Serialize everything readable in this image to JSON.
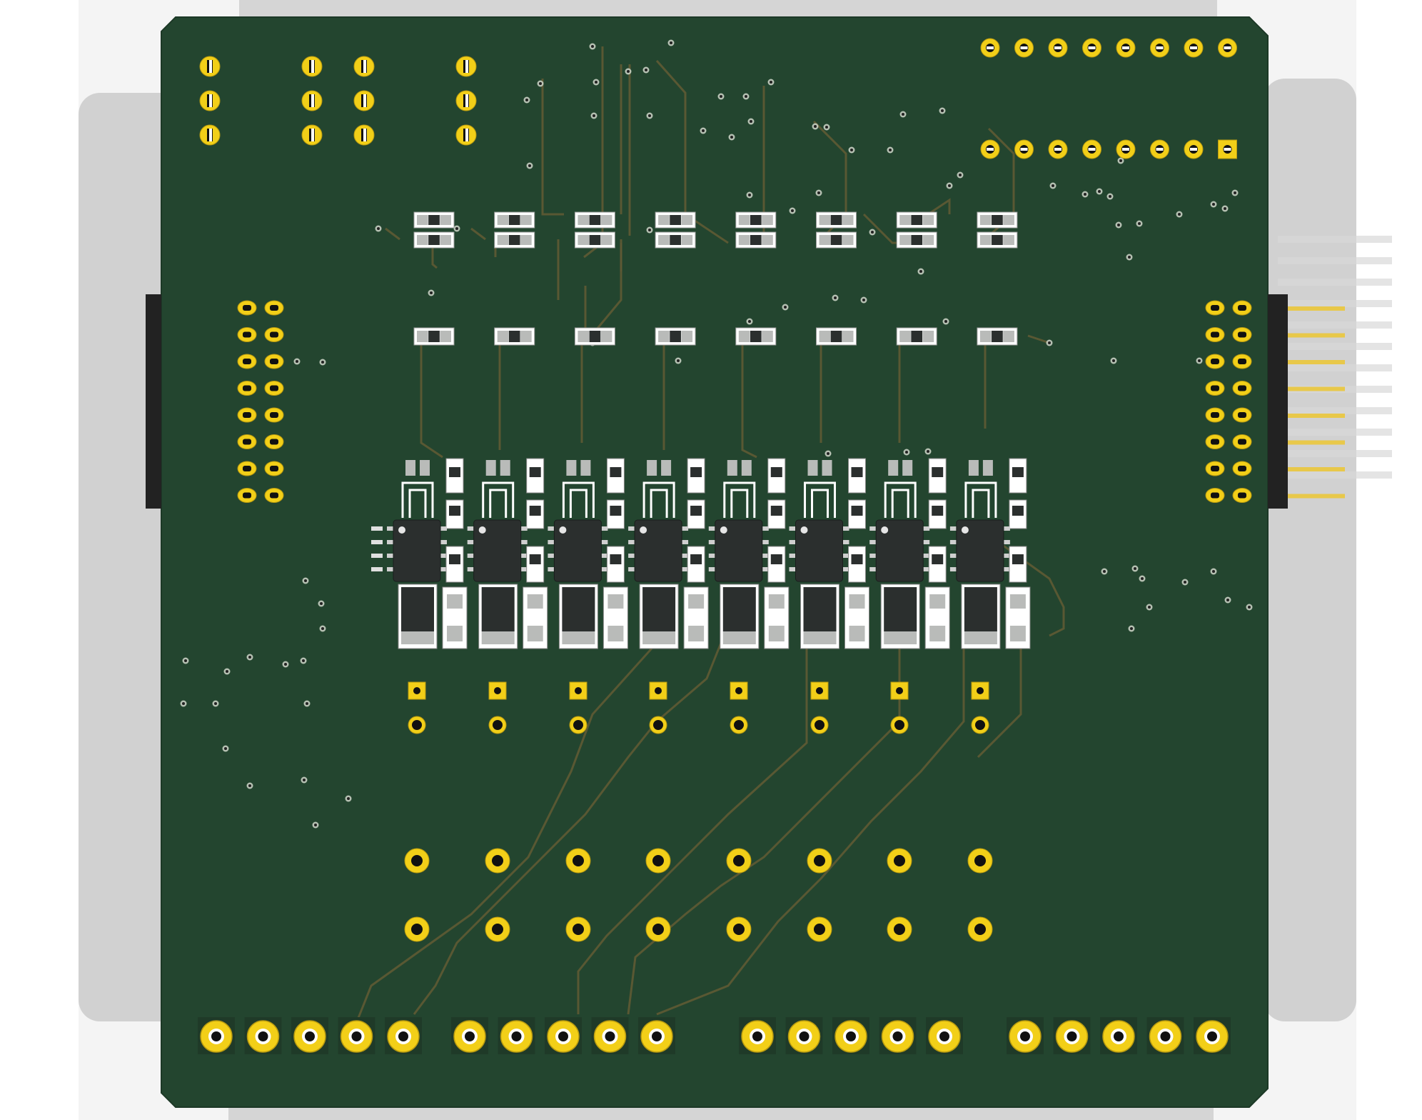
{
  "render": {
    "type": "pcb-3d-render-bottom-view",
    "labels_visible": false
  },
  "colors": {
    "background": "#ffffff",
    "ghost_shadow": "#c8c8c8",
    "board": "#23452f",
    "board_edge": "#1c3826",
    "trace": "#5f5a34",
    "gold": "#f2cf18",
    "gold_dark": "#b89a10",
    "drill": "#111111",
    "pad_ring": "#ffffff",
    "ic_body": "#2b2f2e",
    "smd_grey": "#b9bbb9",
    "connector_black": "#222222",
    "pin_gold": "#e8c84a"
  },
  "components": {
    "channel_count": 8,
    "ic_count": 8,
    "top_header_rows": 2,
    "top_header_pins_per_row": 8,
    "side_header_rows": 8,
    "side_header_cols": 2,
    "bottom_terminal_groups": 4,
    "bottom_terminal_pins_per_group": 5,
    "left_sip_columns": 4,
    "left_sip_pins": 3
  }
}
